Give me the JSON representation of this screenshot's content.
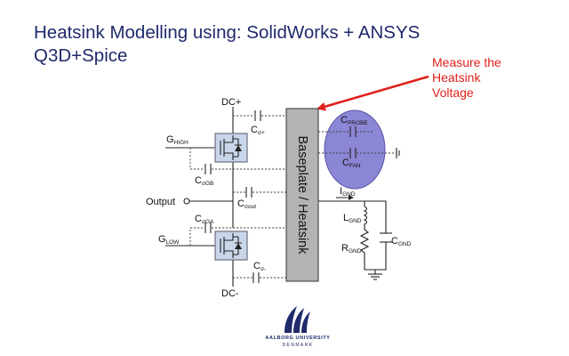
{
  "slide": {
    "title_line1": "Heatsink Modelling using: SolidWorks + ANSYS",
    "title_line2": "Q3D+Spice",
    "annotation": [
      "Measure the",
      "Heatsink",
      "Voltage"
    ],
    "accent_color": "#e0201b",
    "title_color": "#1f2a6b"
  },
  "diagram": {
    "heatsink_label": "Baseplate / Heatsink",
    "dc_plus": "DC+",
    "dc_minus": "DC-",
    "output": "Output",
    "g_high": {
      "main": "G",
      "sub": "HIGH"
    },
    "g_low": {
      "main": "G",
      "sub": "LOW"
    },
    "c_sigma_plus": {
      "main": "C",
      "sub": "σ+"
    },
    "c_sigma_gb": {
      "main": "C",
      "sub": "σGB"
    },
    "c_sigma_out": {
      "main": "C",
      "sub": "σout"
    },
    "c_sigma_ga": {
      "main": "C",
      "sub": "σGA"
    },
    "c_sigma_minus": {
      "main": "C",
      "sub": "σ-"
    },
    "c_probe": {
      "main": "C",
      "sub": "PROBE"
    },
    "c_fan": {
      "main": "C",
      "sub": "FAN"
    },
    "i_gnd": {
      "main": "I",
      "sub": "GND"
    },
    "l_gnd": {
      "main": "L",
      "sub": "GND"
    },
    "r_gnd": {
      "main": "R",
      "sub": "GND"
    },
    "c_gnd": {
      "main": "C",
      "sub": "GND"
    },
    "probe_ellipse_color": "#8c86d6",
    "mosfet_color": "#c9d6ea"
  },
  "logo": {
    "name": "AALBORG UNIVERSITY",
    "country": "DENMARK"
  }
}
